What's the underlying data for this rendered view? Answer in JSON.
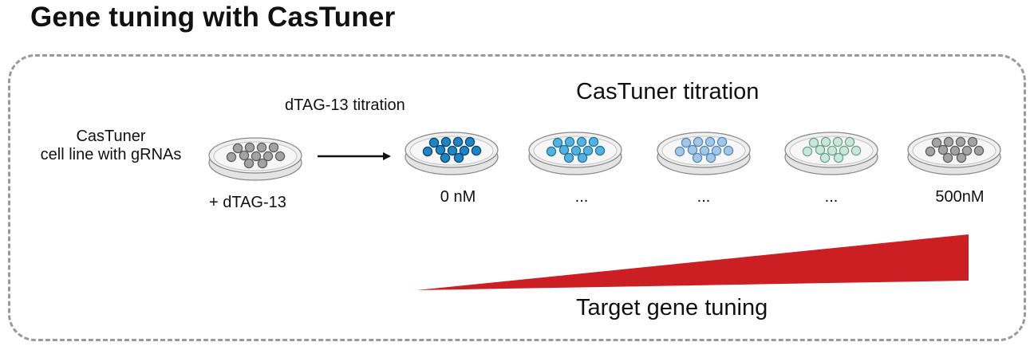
{
  "title": "Gene tuning with CasTuner",
  "start": {
    "label_line1": "CasTuner",
    "label_line2": "cell line with gRNAs",
    "treatment": "+ dTAG-13"
  },
  "arrow_label": "dTAG-13 titration",
  "section_title": "CasTuner titration",
  "dishes": [
    {
      "label": "0 nM",
      "cell_color": "#1a86c8",
      "cell_stroke": "#0e3f66"
    },
    {
      "label": "...",
      "cell_color": "#4fb3e3",
      "cell_stroke": "#2a6f96"
    },
    {
      "label": "...",
      "cell_color": "#9fc8ea",
      "cell_stroke": "#5a86ad"
    },
    {
      "label": "...",
      "cell_color": "#c8e8dc",
      "cell_stroke": "#6f9f8e"
    },
    {
      "label": "500nM",
      "cell_color": "#a3a3a3",
      "cell_stroke": "#5c5c5c"
    }
  ],
  "start_cell_color": "#a3a3a3",
  "gradient_color": "#cc1f24",
  "gradient_label": "Target gene tuning"
}
